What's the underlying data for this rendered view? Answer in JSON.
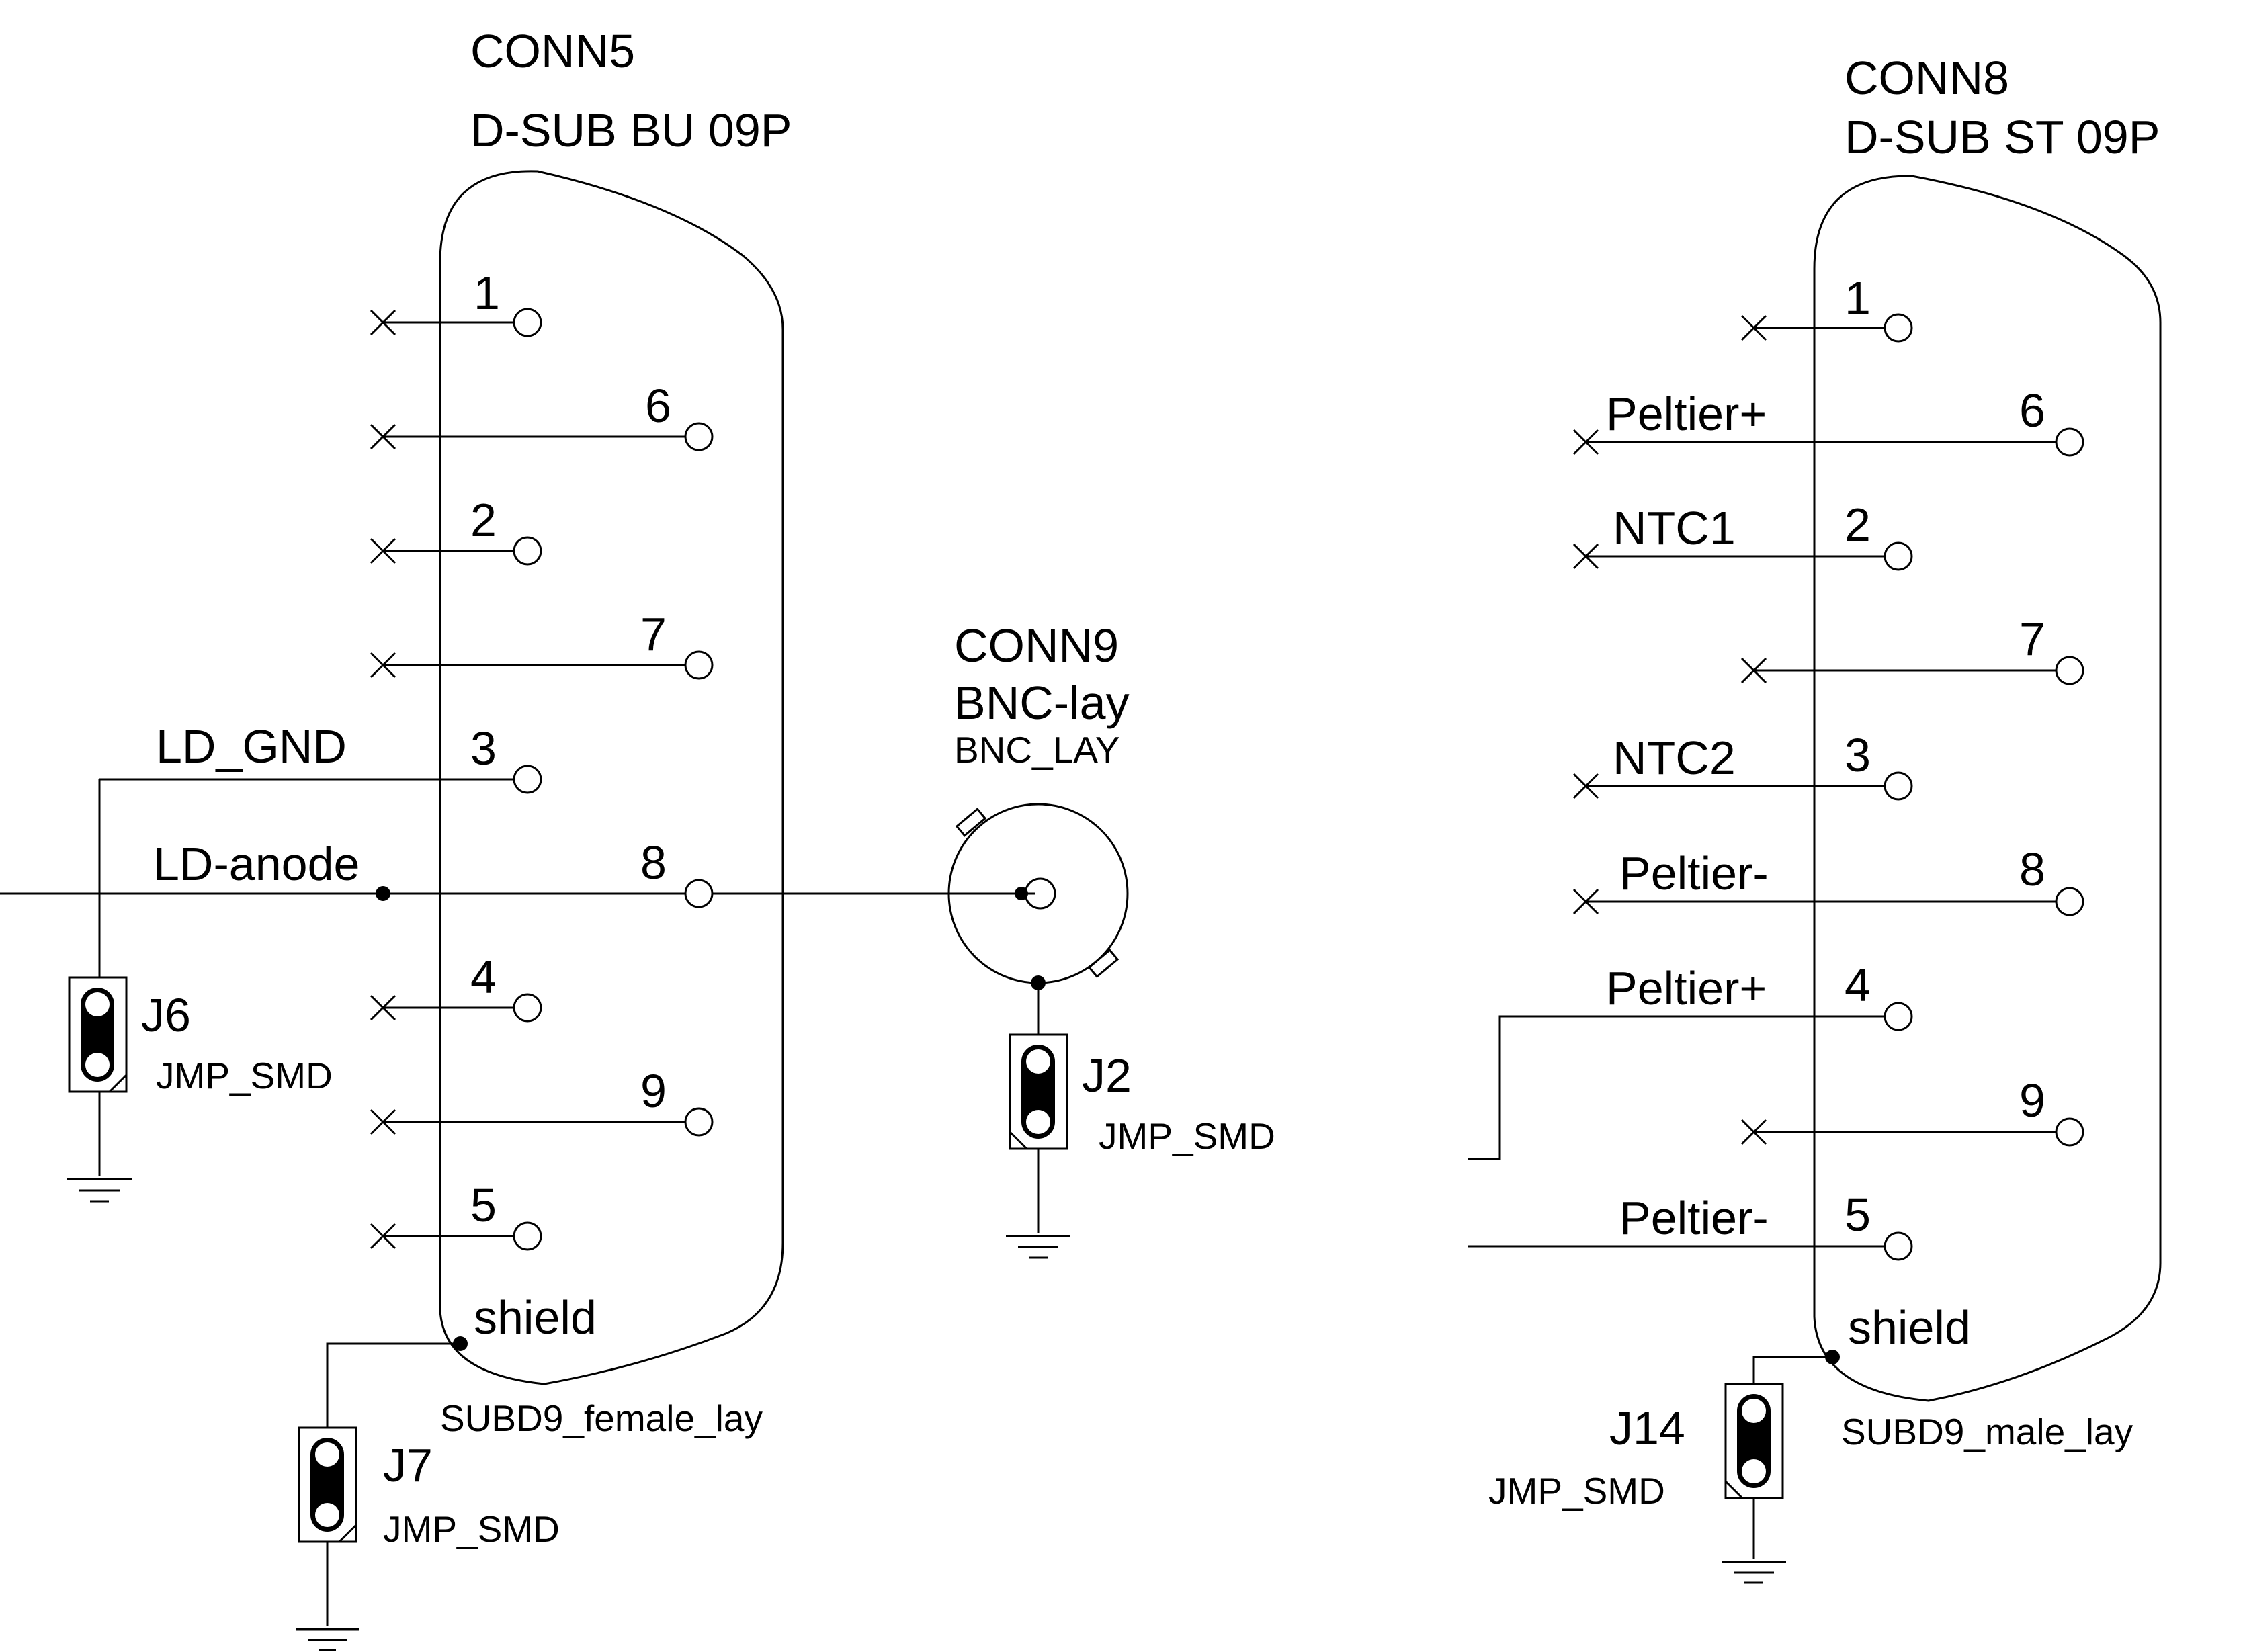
{
  "conn5": {
    "ref": "CONN5",
    "value": "D-SUB BU 09P",
    "footprint": "SUBD9_female_lay",
    "shield_label": "shield",
    "pins": [
      "1",
      "6",
      "2",
      "7",
      "3",
      "8",
      "4",
      "9",
      "5"
    ],
    "nets": {
      "ld_gnd": "LD_GND",
      "ld_anode": "LD-anode"
    }
  },
  "conn9": {
    "ref": "CONN9",
    "value": "BNC-lay",
    "footprint": "BNC_LAY"
  },
  "conn8": {
    "ref": "CONN8",
    "value": "D-SUB ST 09P",
    "footprint": "SUBD9_male_lay",
    "shield_label": "shield",
    "pins": [
      "1",
      "6",
      "2",
      "7",
      "3",
      "8",
      "4",
      "9",
      "5"
    ],
    "nets": {
      "peltier_plus_6": "Peltier+",
      "ntc1": "NTC1",
      "ntc2": "NTC2",
      "peltier_minus_8": "Peltier-",
      "peltier_plus_4": "Peltier+",
      "peltier_minus_5": "Peltier-"
    }
  },
  "jumpers": {
    "j6": {
      "ref": "J6",
      "value": "JMP_SMD"
    },
    "j7": {
      "ref": "J7",
      "value": "JMP_SMD"
    },
    "j2": {
      "ref": "J2",
      "value": "JMP_SMD"
    },
    "j14": {
      "ref": "J14",
      "value": "JMP_SMD"
    }
  }
}
